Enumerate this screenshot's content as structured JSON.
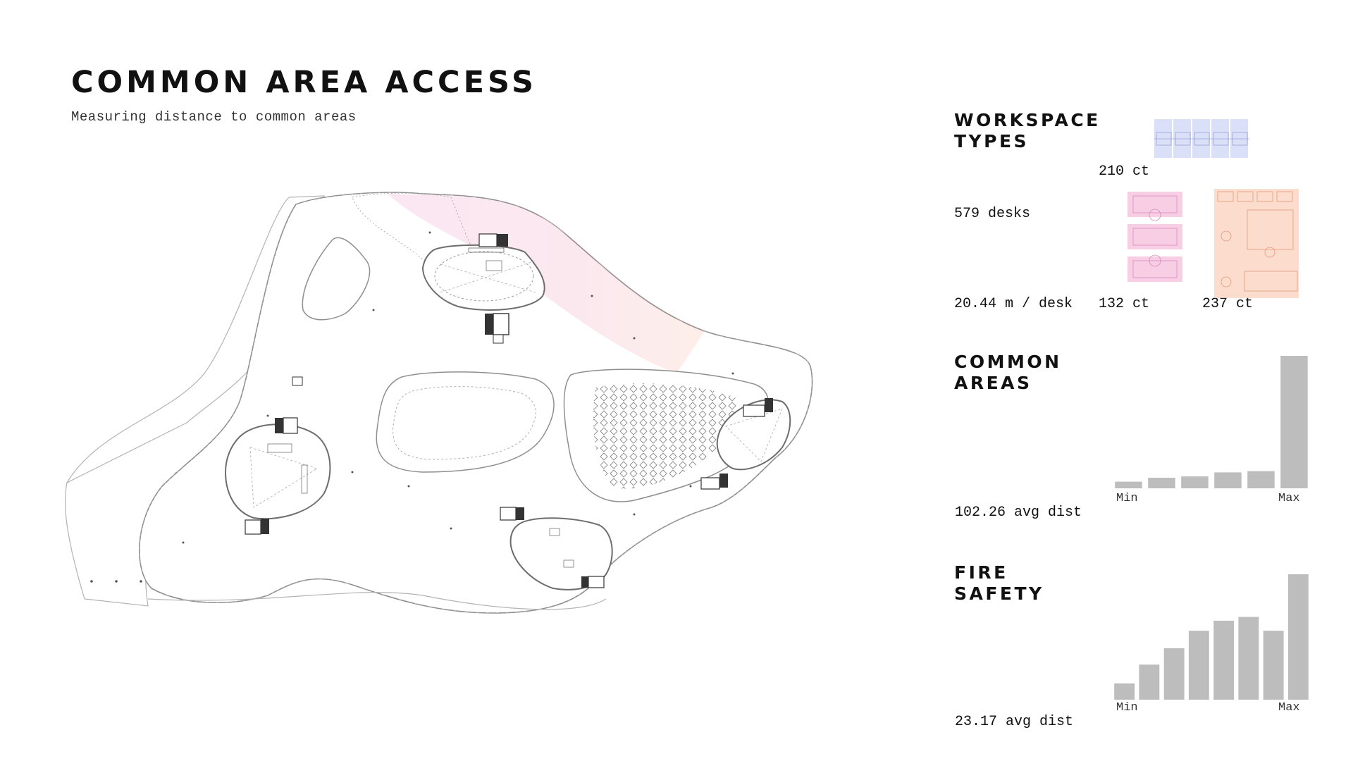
{
  "header": {
    "title": "COMMON AREA ACCESS",
    "subtitle": "Measuring distance to common areas"
  },
  "workspace": {
    "heading": [
      "WORKSPACE",
      "TYPES"
    ],
    "desks": "579 desks",
    "area_per_desk": "20.44 m / desk",
    "types": [
      {
        "name": "linear-bench",
        "count": "210 ct",
        "color": "#c9d3f3"
      },
      {
        "name": "cluster-pod",
        "count": "132 ct",
        "color": "#f6c2df"
      },
      {
        "name": "mixed-lounge",
        "count": "237 ct",
        "color": "#fbcdb8"
      }
    ]
  },
  "common_areas": {
    "heading": [
      "COMMON",
      "AREAS"
    ],
    "avg": "102.26 avg dist",
    "min_label": "Min",
    "max_label": "Max"
  },
  "fire_safety": {
    "heading": [
      "FIRE",
      "SAFETY"
    ],
    "avg": "23.17 avg dist",
    "min_label": "Min",
    "max_label": "Max"
  },
  "colors": {
    "bar": "#bdbdbd",
    "plan_outline": "#9a9a9a",
    "gradient_pink": "#e879b8",
    "gradient_blue": "#7e8fe0",
    "gradient_lightblue": "#9fc3e8",
    "gradient_orange": "#f4a58a"
  },
  "chart_data": [
    {
      "type": "bar",
      "id": "common-areas",
      "values": [
        5,
        8,
        9,
        12,
        13,
        100
      ],
      "ylim": [
        0,
        100
      ]
    },
    {
      "type": "bar",
      "id": "fire-safety",
      "values": [
        13,
        28,
        41,
        55,
        63,
        66,
        55,
        100
      ],
      "ylim": [
        0,
        100
      ]
    }
  ]
}
